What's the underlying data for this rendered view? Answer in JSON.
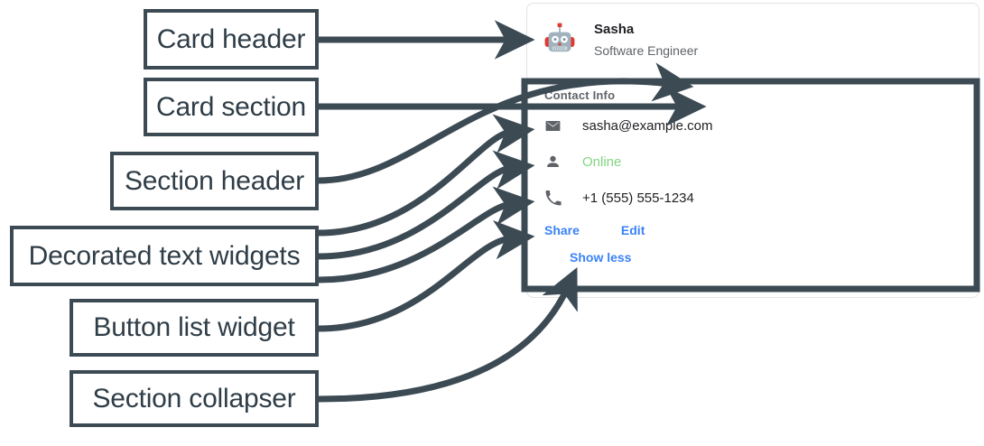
{
  "annotations": [
    {
      "id": "card-header",
      "label": "Card header"
    },
    {
      "id": "card-section",
      "label": "Card section"
    },
    {
      "id": "section-header",
      "label": "Section header"
    },
    {
      "id": "decorated-text-widgets",
      "label": "Decorated text widgets"
    },
    {
      "id": "button-list-widget",
      "label": "Button list widget"
    },
    {
      "id": "section-collapser",
      "label": "Section collapser"
    }
  ],
  "card": {
    "header": {
      "avatar_icon": "robot-avatar-icon",
      "title": "Sasha",
      "subtitle": "Software Engineer"
    },
    "section": {
      "header": "Contact Info",
      "rows": [
        {
          "icon": "email-icon",
          "text": "sasha@example.com",
          "style": "default"
        },
        {
          "icon": "person-icon",
          "text": "Online",
          "style": "green"
        },
        {
          "icon": "phone-icon",
          "text": "+1 (555) 555-1234",
          "style": "default"
        }
      ],
      "buttons": [
        {
          "label": "Share"
        },
        {
          "label": "Edit"
        }
      ],
      "collapser": "Show less"
    }
  },
  "colors": {
    "annotation_stroke": "#3c4a54",
    "annotation_text": "#2f3d47",
    "link_blue": "#3b82f6",
    "status_green": "#81d481",
    "icon_gray": "#5f6368",
    "text_primary": "#202124",
    "text_secondary": "#5f6368",
    "card_border": "#e3e3e3"
  }
}
